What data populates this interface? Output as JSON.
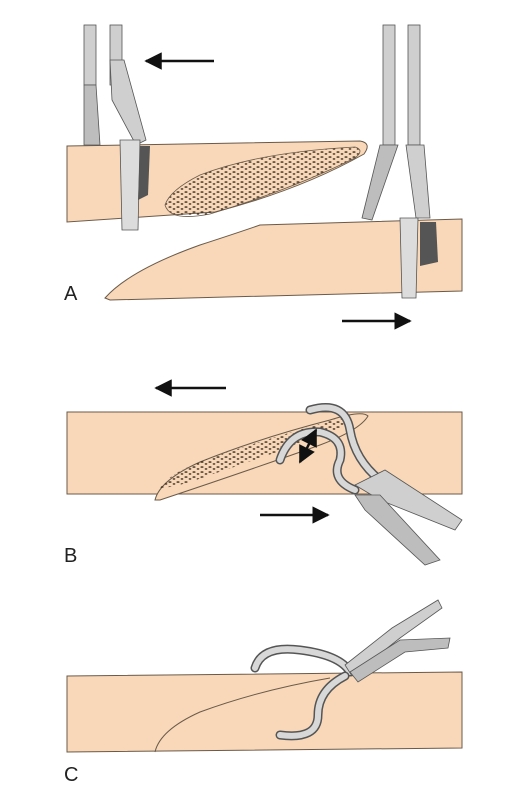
{
  "panels": [
    {
      "id": "A",
      "label": "A"
    },
    {
      "id": "B",
      "label": "B"
    },
    {
      "id": "C",
      "label": "C"
    }
  ],
  "colors": {
    "bone": "#f8d8b8",
    "bone_outline": "#6b5a4a",
    "marrow_dots": "#3a2a1e",
    "instrument": "#cfcfcf",
    "instrument_dark": "#8a8a8a",
    "arrow": "#111111"
  }
}
